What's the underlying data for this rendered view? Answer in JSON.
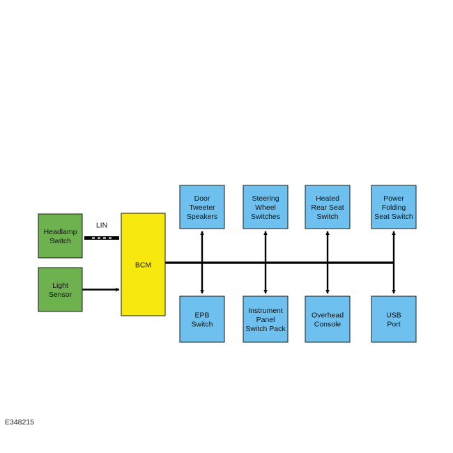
{
  "diagram": {
    "colors": {
      "input_module": "#6db24f",
      "controller": "#f7e80d",
      "bus_device": "#6ec1ee",
      "line": "#000000"
    },
    "inputs": [
      {
        "id": "headlamp-switch",
        "label": [
          "Headlamp",
          "Switch"
        ],
        "connection": "bidirectional",
        "link_label": "LIN"
      },
      {
        "id": "light-sensor",
        "label": [
          "Light",
          "Sensor"
        ],
        "connection": "to-controller"
      }
    ],
    "controller": {
      "id": "bcm",
      "label": "BCM"
    },
    "top_devices": [
      {
        "id": "door-tweeter-speakers",
        "label": [
          "Door",
          "Tweeter",
          "Speakers"
        ]
      },
      {
        "id": "steering-wheel-switches",
        "label": [
          "Steering",
          "Wheel",
          "Switches"
        ]
      },
      {
        "id": "heated-rear-seat-switch",
        "label": [
          "Heated",
          "Rear Seat",
          "Switch"
        ]
      },
      {
        "id": "power-folding-seat-switch",
        "label": [
          "Power",
          "Folding",
          "Seat Switch"
        ]
      }
    ],
    "bottom_devices": [
      {
        "id": "epb-switch",
        "label": [
          "EPB",
          "Switch"
        ]
      },
      {
        "id": "instrument-panel-switch-pack",
        "label": [
          "Instrument",
          "Panel",
          "Switch Pack"
        ]
      },
      {
        "id": "overhead-console",
        "label": [
          "Overhead",
          "Console"
        ]
      },
      {
        "id": "usb-port",
        "label": [
          "USB",
          "Port"
        ]
      }
    ],
    "figure_id": "E348215"
  }
}
